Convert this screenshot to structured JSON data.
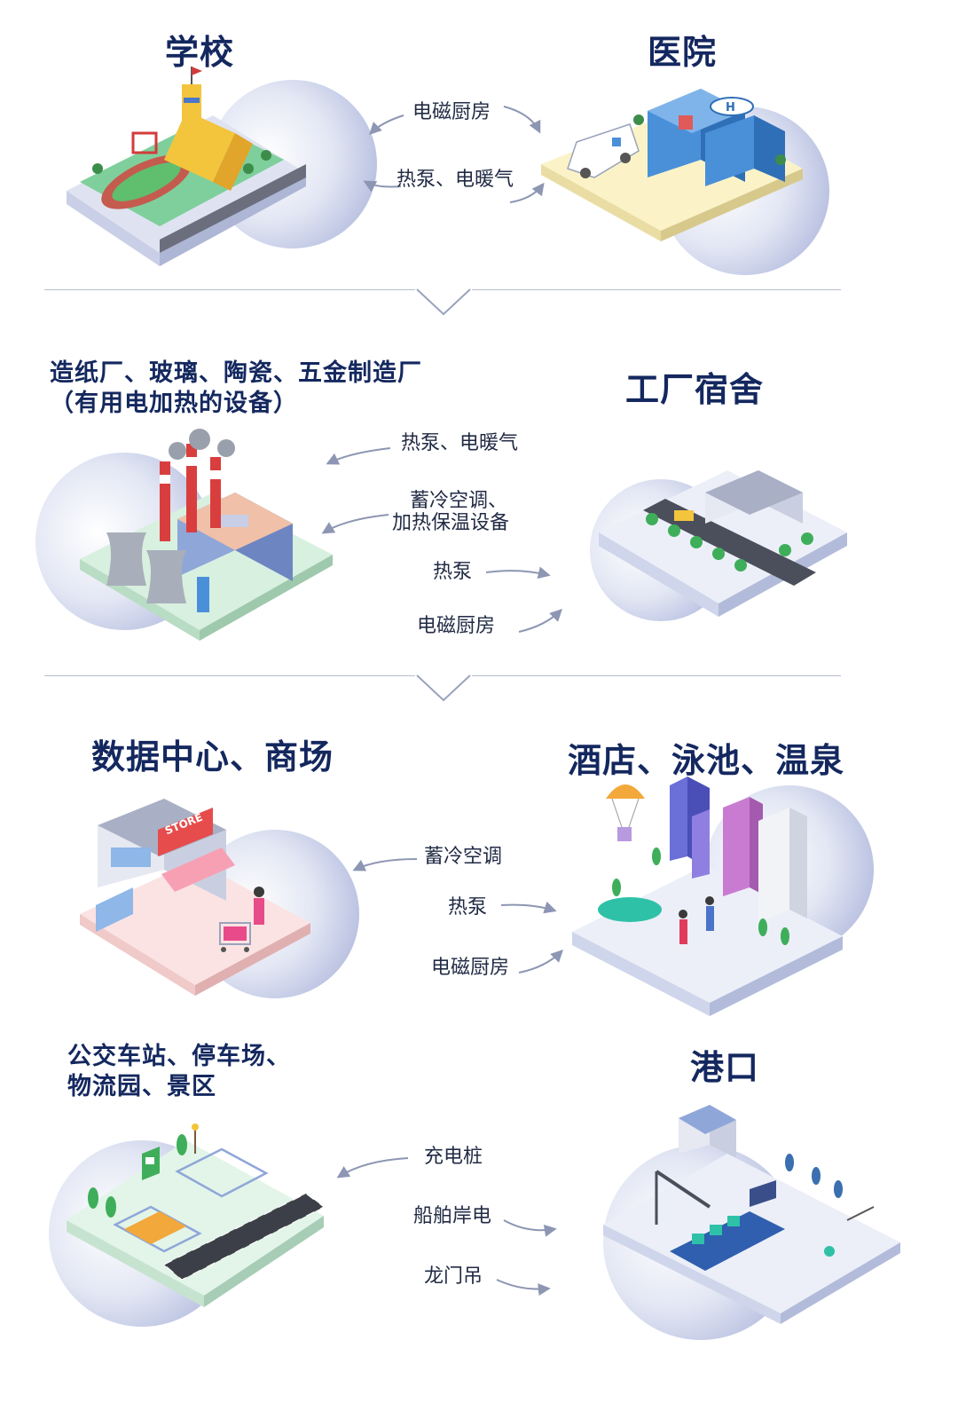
{
  "sections": [
    {
      "left_title": "学校",
      "right_title": "医院",
      "labels": [
        "电磁厨房",
        "热泵、电暖气"
      ]
    },
    {
      "left_title_lines": [
        "造纸厂、玻璃、陶瓷、五金制造厂",
        "（有用电加热的设备）"
      ],
      "right_title": "工厂宿舍",
      "labels": [
        "热泵、电暖气",
        "蓄冷空调、",
        "加热保温设备",
        "热泵",
        "电磁厨房"
      ]
    },
    {
      "left_title": "数据中心、商场",
      "right_title": "酒店、泳池、温泉",
      "labels": [
        "蓄冷空调",
        "热泵",
        "电磁厨房"
      ],
      "store_sign": "STORE"
    },
    {
      "left_title_lines": [
        "公交车站、停车场、",
        "物流园、景区"
      ],
      "right_title": "港口",
      "labels": [
        "充电桩",
        "船舶岸电",
        "龙门吊"
      ]
    }
  ],
  "colors": {
    "title": "#14285f",
    "arrow": "#8d96b3",
    "circle_light": "#eef1f9",
    "circle_dark": "#b9c1e0"
  }
}
